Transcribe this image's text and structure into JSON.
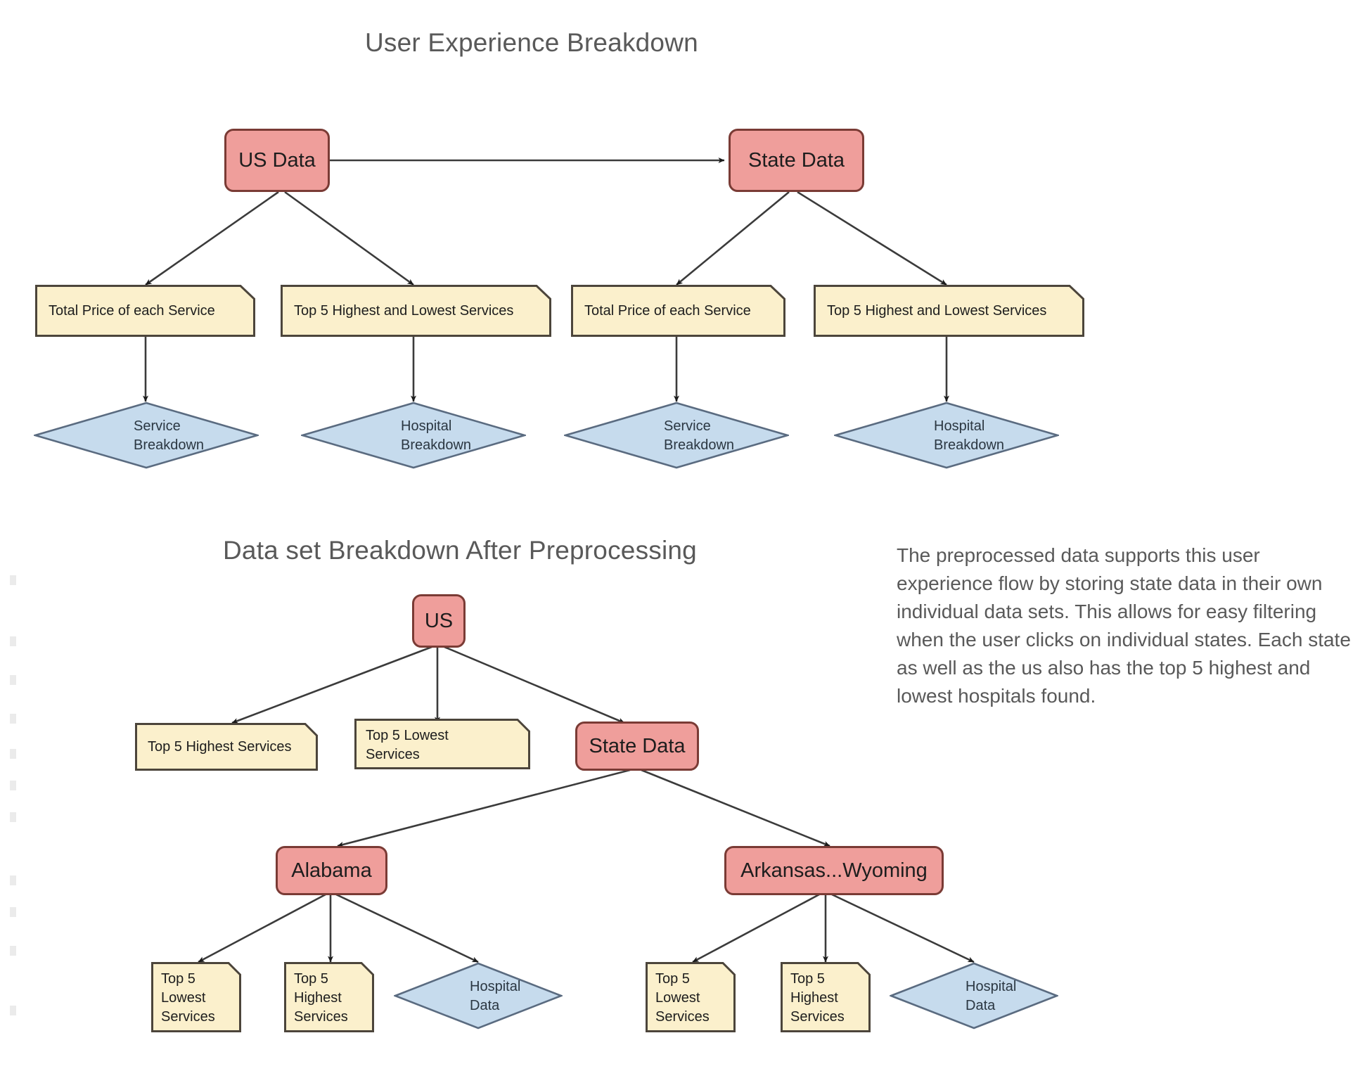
{
  "sections": {
    "ux": {
      "title": "User Experience Breakdown"
    },
    "dataset": {
      "title": "Data set Breakdown After Preprocessing",
      "note": "The preprocessed data supports this user experience flow by storing state data in their own individual data sets. This allows for easy filtering when the user clicks on individual states. Each state as well as the us also has the top 5 highest and lowest hospitals found."
    }
  },
  "ux_diagram": {
    "roots": {
      "us_data": "US Data",
      "state_data": "State Data"
    },
    "documents": {
      "us_total_price": "Total Price of each Service",
      "us_top5": "Top 5 Highest and Lowest Services",
      "state_total_price": "Total Price of each Service",
      "state_top5": "Top 5 Highest and Lowest Services"
    },
    "diamonds": {
      "us_service": "Service\nBreakdown",
      "us_hospital": "Hospital\nBreakdown",
      "state_service": "Service\nBreakdown",
      "state_hospital": "Hospital\nBreakdown"
    }
  },
  "dataset_diagram": {
    "nodes": {
      "us": "US",
      "state_data": "State Data",
      "alabama": "Alabama",
      "arkansas_wyoming": "Arkansas...Wyoming"
    },
    "documents": {
      "us_top5_highest": "Top 5 Highest Services",
      "us_top5_lowest": "Top 5 Lowest\nServices",
      "al_top5_lowest": "Top 5\nLowest\nServices",
      "al_top5_highest": "Top 5\nHighest\nServices",
      "aw_top5_lowest": "Top 5\nLowest\nServices",
      "aw_top5_highest": "Top 5\nHighest\nServices"
    },
    "diamonds": {
      "al_hospital": "Hospital\nData",
      "aw_hospital": "Hospital\nData"
    }
  },
  "palette": {
    "process_fill": "#ef9e9b",
    "process_stroke": "#7a3b35",
    "document_fill": "#fbf0cc",
    "document_stroke": "#4c453b",
    "decision_fill": "#c6dbed",
    "decision_stroke": "#5a6b80",
    "title_color": "#595959",
    "edge_color": "#3b3b3b"
  }
}
